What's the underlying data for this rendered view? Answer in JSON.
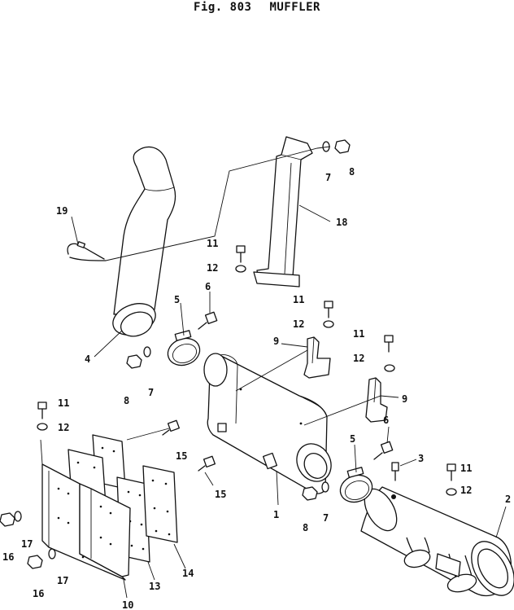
{
  "figure": {
    "number": "Fig. 803",
    "name": "MUFFLER"
  },
  "callouts": {
    "c1": "1",
    "c2": "2",
    "c3": "3",
    "c4": "4",
    "c5a": "5",
    "c5b": "5",
    "c6a": "6",
    "c6b": "6",
    "c7a": "7",
    "c7b": "7",
    "c7c": "7",
    "c8a": "8",
    "c8b": "8",
    "c8c": "8",
    "c9a": "9",
    "c9b": "9",
    "c10": "10",
    "c11a": "11",
    "c11b": "11",
    "c11c": "11",
    "c11d": "11",
    "c11e": "11",
    "c12a": "12",
    "c12b": "12",
    "c12c": "12",
    "c12d": "12",
    "c12e": "12",
    "c13": "13",
    "c14": "14",
    "c15a": "15",
    "c15b": "15",
    "c16a": "16",
    "c16b": "16",
    "c17a": "17",
    "c17b": "17",
    "c18": "18",
    "c19": "19"
  }
}
